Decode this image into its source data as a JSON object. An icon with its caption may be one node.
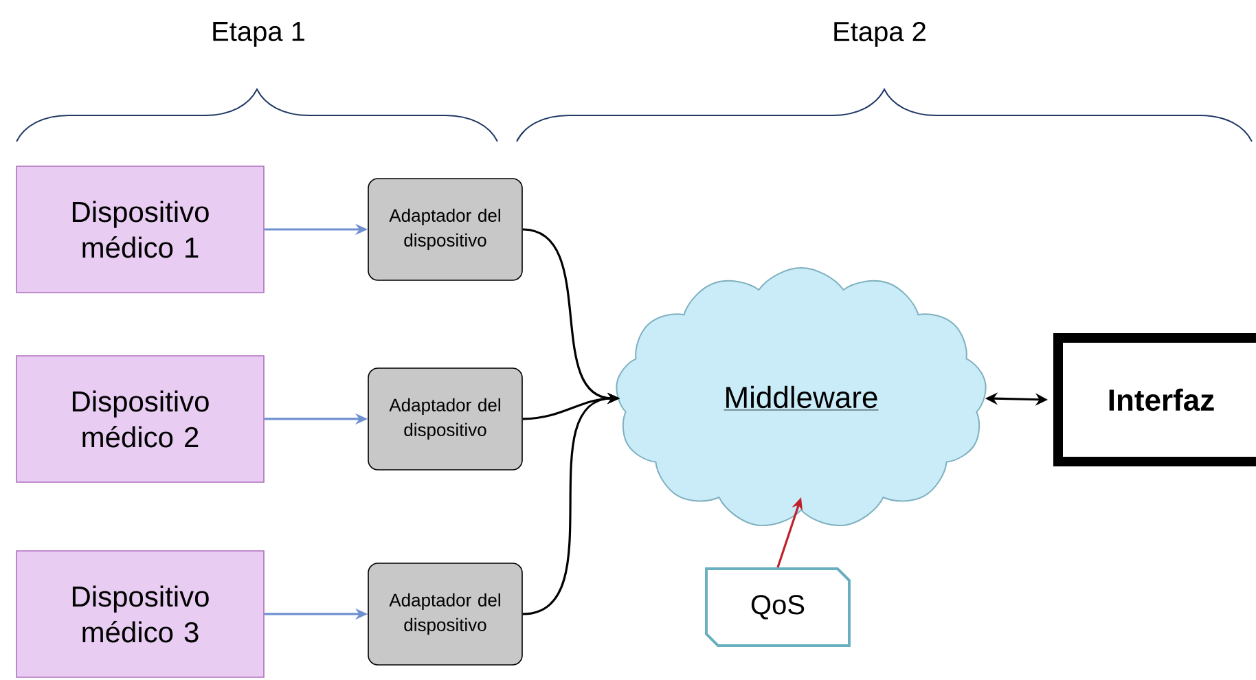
{
  "diagram": {
    "nodes": [
      {
        "text": [
          "Dispositivo médico 1"
        ]
      },
      {
        "text": [
          "Dispositivo médico 2"
        ]
      },
      {
        "text": [
          "Dispositivo médico 3"
        ]
      },
      {
        "text": [
          "Adaptador del dispositivo"
        ]
      },
      {
        "text": [
          "Adaptador del dispositivo"
        ]
      },
      {
        "text": [
          "Adaptador del dispositivo"
        ]
      },
      {
        "text": [
          "Middleware"
        ]
      },
      {
        "text": [
          "Interfaz"
        ]
      },
      {
        "text": [
          "QoS"
        ]
      }
    ],
    "edges": [
      {
        "from": 0,
        "to": 3,
        "arrow": "to",
        "color": "#6f8fcf"
      },
      {
        "from": 1,
        "to": 4,
        "arrow": "to",
        "color": "#6f8fcf"
      },
      {
        "from": 2,
        "to": 5,
        "arrow": "to",
        "color": "#6f8fcf"
      },
      {
        "from": 3,
        "to": 6,
        "arrow": "to"
      },
      {
        "from": 4,
        "to": 6,
        "arrow": "to"
      },
      {
        "from": 5,
        "to": 6,
        "arrow": "to"
      },
      {
        "from": 6,
        "to": 7,
        "arrow": "both"
      },
      {
        "from": 8,
        "to": 6,
        "arrow": "to",
        "color": "#c0202a"
      }
    ],
    "labels": [
      "Etapa 1",
      "Etapa 2"
    ]
  }
}
